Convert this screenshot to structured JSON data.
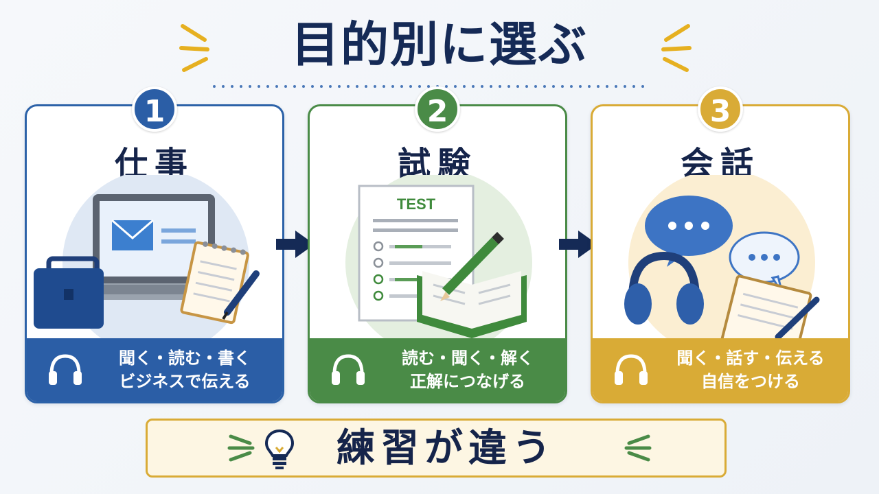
{
  "title": "目的別に選ぶ",
  "cards": [
    {
      "number": "1",
      "title": "仕事",
      "footer_line1": "聞く・読む・書く",
      "footer_line2": "ビジネスで伝える",
      "accent": "#2b5ea6"
    },
    {
      "number": "2",
      "title": "試験",
      "footer_line1": "読む・聞く・解く",
      "footer_line2": "正解につなげる",
      "accent": "#4a8b47",
      "test_label": "TEST"
    },
    {
      "number": "3",
      "title": "会話",
      "footer_line1": "聞く・話す・伝える",
      "footer_line2": "自信をつける",
      "accent": "#d9ab36"
    }
  ],
  "bottom": {
    "text": "練習が違う"
  },
  "colors": {
    "navy": "#152a56",
    "blue": "#2b5ea6",
    "green": "#4a8b47",
    "gold": "#d9ab36"
  }
}
